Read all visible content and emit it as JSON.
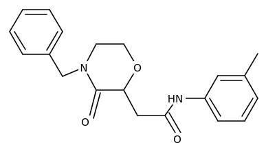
{
  "molecule": {
    "atom_labels": {
      "ring_nitrogen": "N",
      "ring_oxygen": "O",
      "lactam_oxygen": "O",
      "amide_oxygen": "O",
      "amide_nh": "HN"
    },
    "colors": {
      "bond": "#000000",
      "background": "#ffffff"
    }
  }
}
